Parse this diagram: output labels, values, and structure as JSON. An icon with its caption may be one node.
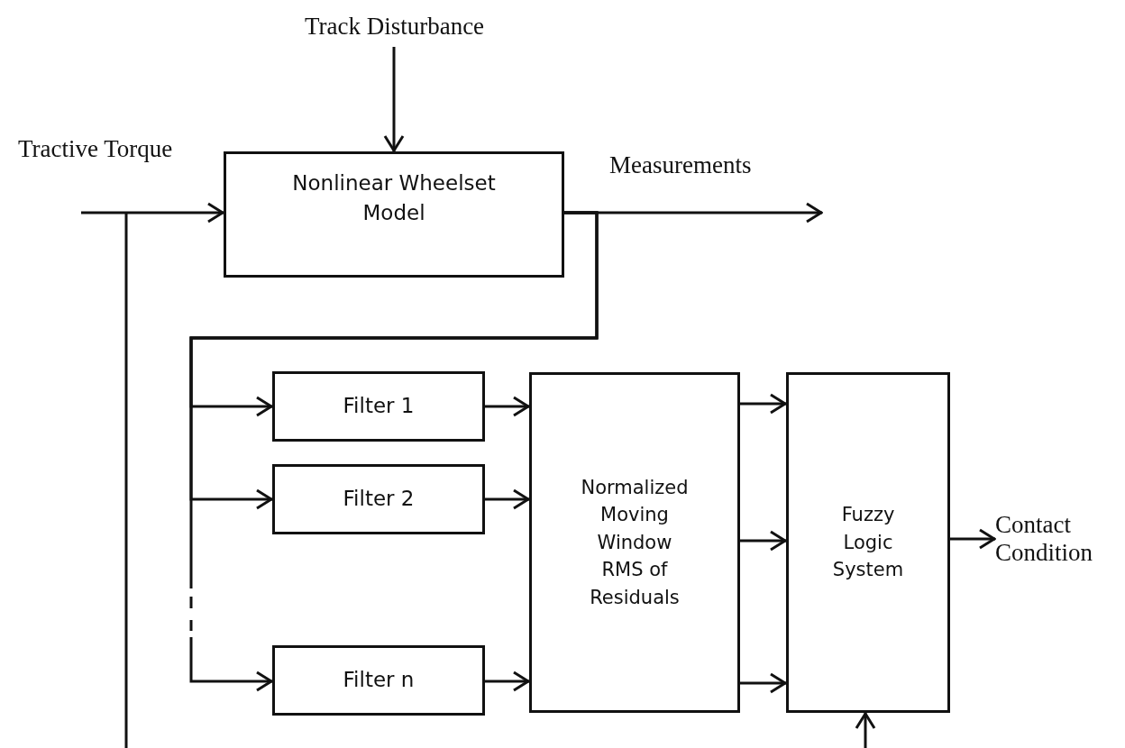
{
  "diagram": {
    "nodes": [
      {
        "text": [
          "Track Disturbance"
        ]
      },
      {
        "text": [
          "Nonlinear Wheelset Model"
        ]
      },
      {
        "text": [
          "Filter 1"
        ]
      },
      {
        "text": [
          "Filter 2"
        ]
      },
      {
        "text": [
          "Filter n"
        ]
      },
      {
        "text": [
          "Normalized Moving Window RMS of Residuals"
        ]
      },
      {
        "text": [
          "Fuzzy Logic System"
        ]
      },
      {
        "text": [
          "Contact Condition"
        ]
      }
    ],
    "edges": [
      {
        "from": 0,
        "to": 1,
        "arrow": "to"
      },
      {
        "from": null,
        "to": 1,
        "arrow": "to",
        "label": "Tractive Torque"
      },
      {
        "from": 1,
        "to": null,
        "arrow": "to",
        "label": "Measurements"
      },
      {
        "from": 1,
        "to": 2,
        "arrow": "to"
      },
      {
        "from": 1,
        "to": 3,
        "arrow": "to"
      },
      {
        "from": 1,
        "to": 4,
        "arrow": "to"
      },
      {
        "from": 2,
        "to": 5,
        "arrow": "to"
      },
      {
        "from": 3,
        "to": 5,
        "arrow": "to"
      },
      {
        "from": 4,
        "to": 5,
        "arrow": "to"
      },
      {
        "from": 5,
        "to": 6,
        "arrow": "to"
      },
      {
        "from": 5,
        "to": 6,
        "arrow": "to"
      },
      {
        "from": 5,
        "to": 6,
        "arrow": "to"
      },
      {
        "from": 6,
        "to": 7,
        "arrow": "to"
      },
      {
        "from": null,
        "to": 6,
        "arrow": "to"
      }
    ]
  }
}
